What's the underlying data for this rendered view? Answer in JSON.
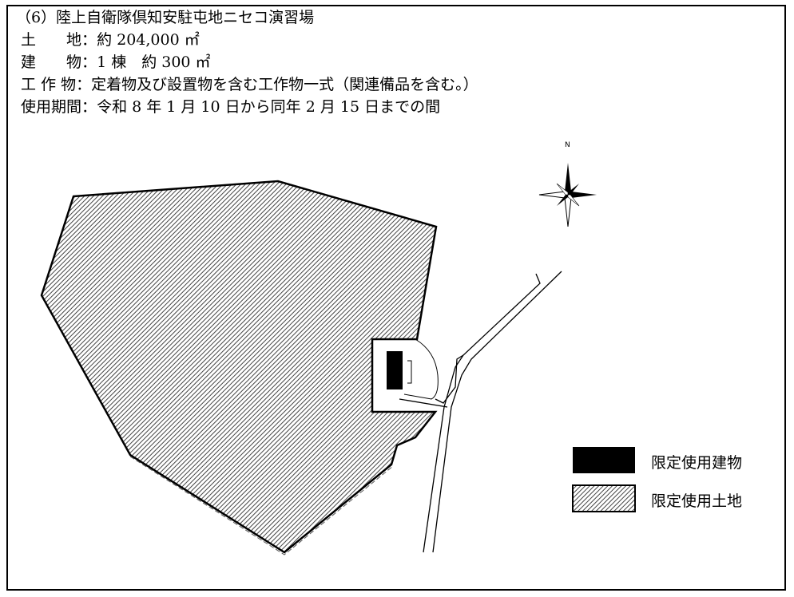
{
  "title": "（6）陸上自衛隊倶知安駐屯地ニセコ演習場",
  "details": [
    {
      "label": "土　　地：",
      "value": "約 204,000 ㎡"
    },
    {
      "label": "建　　物：",
      "value": "1 棟　約 300 ㎡"
    },
    {
      "label": "工 作 物：",
      "value": "定着物及び設置物を含む工作物一式（関連備品を含む。）"
    },
    {
      "label": "使用期間：",
      "value": "令和 8 年 1 月 10 日から同年 2 月 15 日までの間"
    }
  ],
  "compass": {
    "north_label": "N"
  },
  "legend": [
    {
      "label": "限定使用建物",
      "fill": "#000000"
    },
    {
      "label": "限定使用土地",
      "fill": "hatched"
    }
  ]
}
